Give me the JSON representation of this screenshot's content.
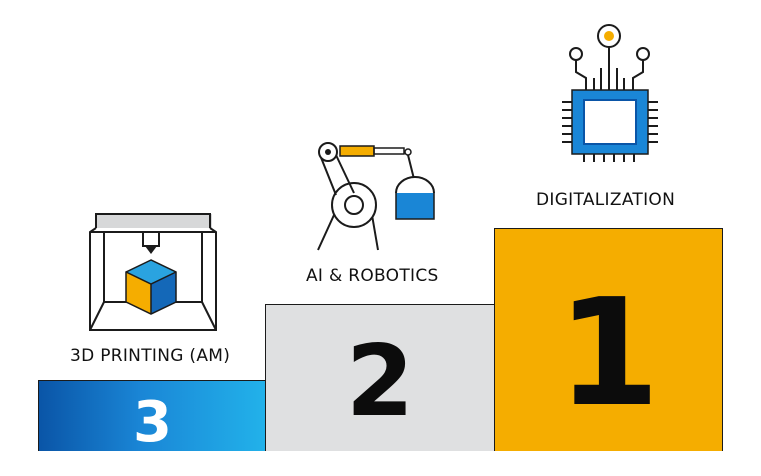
{
  "podium": {
    "first": {
      "rank": "1",
      "label": "DIGITALIZATION",
      "icon": "microchip-icon",
      "color": "#f5ad00"
    },
    "second": {
      "rank": "2",
      "label": "AI & ROBOTICS",
      "icon": "robotic-arm-icon",
      "color": "#dfe0e1"
    },
    "third": {
      "rank": "3",
      "label": "3D PRINTING (AM)",
      "icon": "3d-printer-icon",
      "color": "#1a86d6"
    }
  }
}
